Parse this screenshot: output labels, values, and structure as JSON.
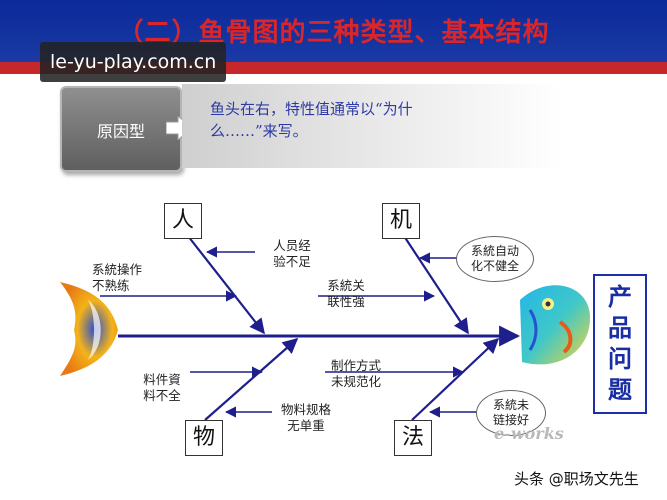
{
  "header": {
    "title": "（二）鱼骨图的三种类型、基本结构"
  },
  "watermark": {
    "text": "le-yu-play.com.cn"
  },
  "type_section": {
    "type_label": "原因型",
    "description_line1": "鱼头在右，特性值通常以“为什",
    "description_line2": "么……”来写。"
  },
  "diagram": {
    "categories": {
      "people": "人",
      "machine": "机",
      "material": "物",
      "method": "法"
    },
    "causes": {
      "people_exp_l1": "人员经",
      "people_exp_l2": "验不足",
      "people_op_l1": "系統操作",
      "people_op_l2": "不熟练",
      "machine_link_l1": "系統关",
      "machine_link_l2": "联性強",
      "machine_auto_l1": "系統自动",
      "machine_auto_l2": "化不健全",
      "material_data_l1": "料件資",
      "material_data_l2": "料不全",
      "material_spec_l1": "物料规格",
      "material_spec_l2": "无单重",
      "method_proc_l1": "制作方式",
      "method_proc_l2": "未规范化",
      "method_link_l1": "系統未",
      "method_link_l2": "链接好"
    },
    "effect": {
      "c1": "产",
      "c2": "品",
      "c3": "问",
      "c4": "题"
    }
  },
  "logo": {
    "text": "e-works"
  },
  "footer": {
    "text": "头条 @职场文先生"
  },
  "colors": {
    "header_blue": "#13339f",
    "title_red": "#d8262b",
    "accent_blue": "#1a2ea3"
  }
}
